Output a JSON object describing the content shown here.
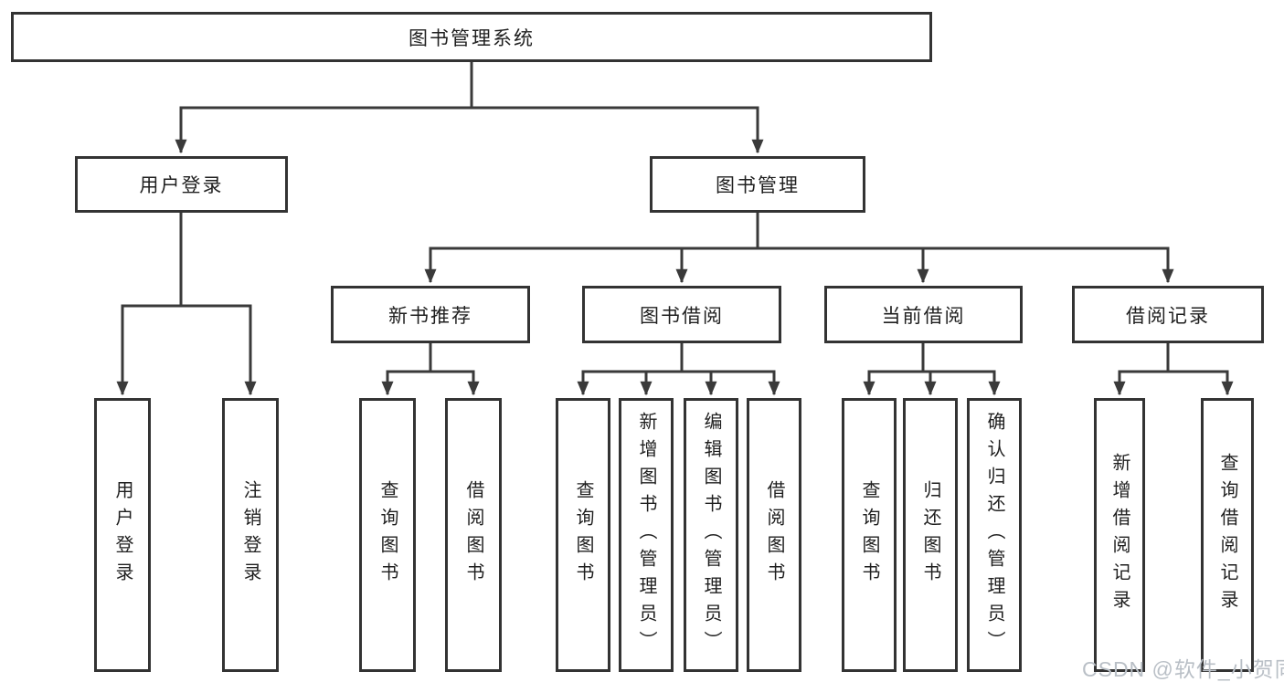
{
  "diagram_title": "图书管理系统",
  "tree": {
    "root": {
      "label": "图书管理系统",
      "children": [
        {
          "label": "用户登录",
          "children": [
            {
              "label": "用户登录"
            },
            {
              "label": "注销登录"
            }
          ]
        },
        {
          "label": "图书管理",
          "children": [
            {
              "label": "新书推荐",
              "children": [
                {
                  "label": "查询图书"
                },
                {
                  "label": "借阅图书"
                }
              ]
            },
            {
              "label": "图书借阅",
              "children": [
                {
                  "label": "查询图书"
                },
                {
                  "label": "新增图书（管理员）"
                },
                {
                  "label": "编辑图书（管理员）"
                },
                {
                  "label": "借阅图书"
                }
              ]
            },
            {
              "label": "当前借阅",
              "children": [
                {
                  "label": "查询图书"
                },
                {
                  "label": "归还图书"
                },
                {
                  "label": "确认归还（管理员）"
                }
              ]
            },
            {
              "label": "借阅记录",
              "children": [
                {
                  "label": "新增借阅记录"
                },
                {
                  "label": "查询借阅记录"
                }
              ]
            }
          ]
        }
      ]
    }
  },
  "watermark": {
    "text": "CSDN @软件_小贺同学"
  },
  "colors": {
    "background": "#ffffff",
    "box_border": "#333333",
    "connector": "#3a3a3a",
    "text": "#1f1f1f",
    "watermark_text": "#b9bfc6"
  }
}
